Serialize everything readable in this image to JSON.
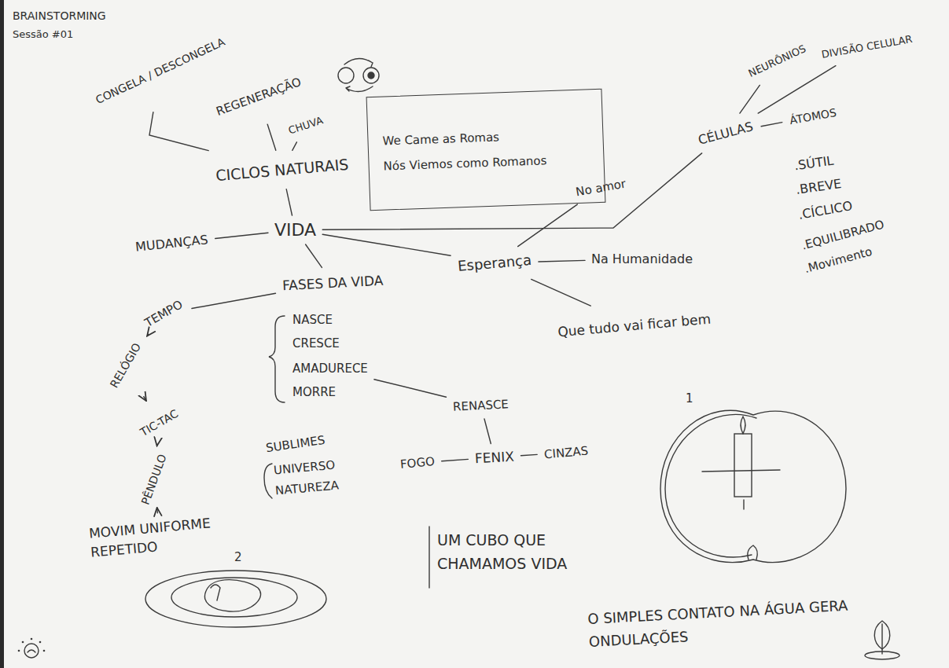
{
  "diagram": {
    "title": "BRAINSTORMING",
    "nodes": [
      {
        "text": [
          "VIDA"
        ]
      },
      {
        "text": [
          "CICLOS NATURAIS"
        ]
      },
      {
        "text": [
          "REGENERAÇÃO"
        ]
      },
      {
        "text": [
          "CHUVA"
        ]
      },
      {
        "text": [
          "CONGELA / DESCONGELA"
        ]
      },
      {
        "text": [
          "MUDANÇAS"
        ]
      },
      {
        "text": [
          "FASES DA VIDA"
        ]
      },
      {
        "text": [
          "Esperança"
        ]
      },
      {
        "text": [
          "No amor"
        ]
      },
      {
        "text": [
          "Na Humanidade"
        ]
      },
      {
        "text": [
          "Que tudo vai ficar bem"
        ]
      },
      {
        "text": [
          "We Came as Romas",
          "Nós Viemos como Romanos"
        ]
      },
      {
        "text": [
          "CÉLULAS"
        ]
      },
      {
        "text": [
          "NEURÔNIOS"
        ]
      },
      {
        "text": [
          "DIVISÃO CELULAR"
        ]
      },
      {
        "text": [
          "ÁTOMOS"
        ]
      },
      {
        "text": [
          "TEMPO"
        ]
      },
      {
        "text": [
          "RELÓGIO"
        ]
      },
      {
        "text": [
          "TIC-TAC"
        ]
      },
      {
        "text": [
          "PÊNDULO"
        ]
      },
      {
        "text": [
          "MOVIM UNIFORME REPETIDO"
        ]
      },
      {
        "text": [
          "AMADURECE"
        ]
      },
      {
        "text": [
          "RENASCE"
        ]
      },
      {
        "text": [
          "FENIX"
        ]
      },
      {
        "text": [
          "FOGO"
        ]
      },
      {
        "text": [
          "CINZAS"
        ]
      }
    ],
    "edges": [
      {
        "from": 0,
        "to": 1,
        "arrow": "none"
      },
      {
        "from": 1,
        "to": 2,
        "arrow": "none"
      },
      {
        "from": 1,
        "to": 3,
        "arrow": "none"
      },
      {
        "from": 1,
        "to": 4,
        "arrow": "none"
      },
      {
        "from": 0,
        "to": 5,
        "arrow": "none"
      },
      {
        "from": 0,
        "to": 6,
        "arrow": "none"
      },
      {
        "from": 0,
        "to": 7,
        "arrow": "none"
      },
      {
        "from": 7,
        "to": 8,
        "arrow": "none"
      },
      {
        "from": 7,
        "to": 9,
        "arrow": "none"
      },
      {
        "from": 7,
        "to": 10,
        "arrow": "none"
      },
      {
        "from": 0,
        "to": 12,
        "arrow": "none"
      },
      {
        "from": 12,
        "to": 13,
        "arrow": "none"
      },
      {
        "from": 12,
        "to": 14,
        "arrow": "none"
      },
      {
        "from": 12,
        "to": 15,
        "arrow": "none"
      },
      {
        "from": 6,
        "to": 16,
        "arrow": "none"
      },
      {
        "from": 17,
        "to": 16,
        "arrow": "to"
      },
      {
        "from": 17,
        "to": 18,
        "arrow": "to"
      },
      {
        "from": 18,
        "to": 19,
        "arrow": "to"
      },
      {
        "from": 19,
        "to": 20,
        "arrow": "to"
      },
      {
        "from": 21,
        "to": 22,
        "arrow": "none"
      },
      {
        "from": 22,
        "to": 23,
        "arrow": "none"
      },
      {
        "from": 23,
        "to": 24,
        "arrow": "none"
      },
      {
        "from": 23,
        "to": 25,
        "arrow": "none"
      }
    ],
    "labels": [
      "Sessão #01",
      "NASCE",
      "CRESCE",
      "MORRE",
      "SUBLIMES",
      "UNIVERSO",
      "NATUREZA",
      ".SÚTIL",
      ".BREVE",
      ".CÍCLICO",
      ".EQUILIBRADO",
      ".Movimento",
      "UM CUBO QUE CHAMAMOS VIDA",
      "O SIMPLES CONTATO NA ÁGUA GERA ONDULAÇÕES",
      "1",
      "2"
    ]
  }
}
